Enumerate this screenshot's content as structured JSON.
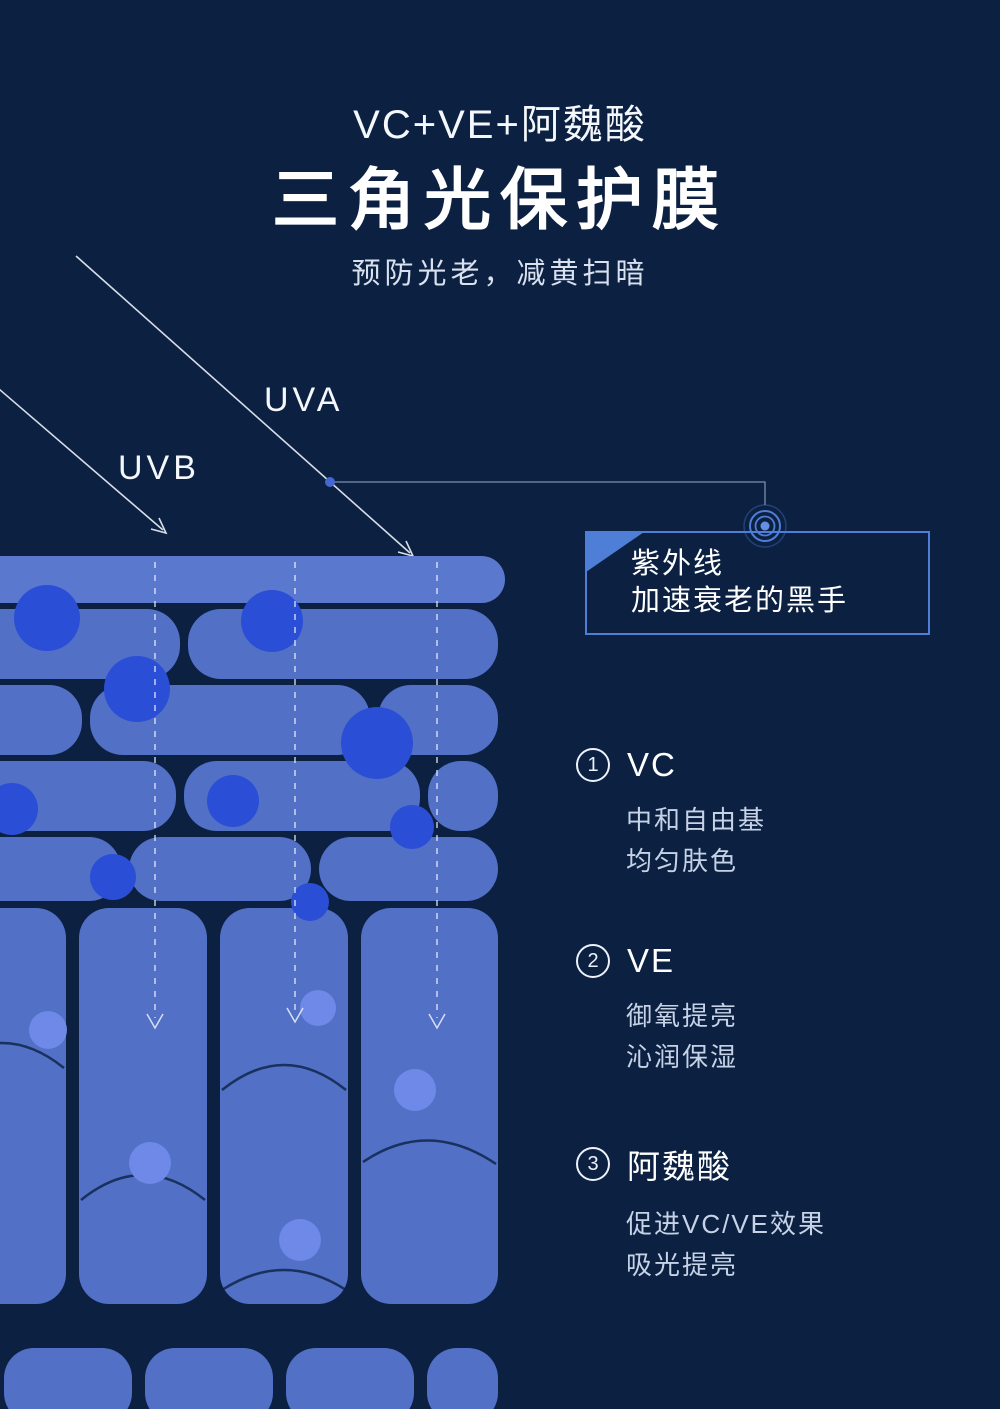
{
  "header": {
    "kicker": "VC+VE+阿魏酸",
    "title": "三角光保护膜",
    "subtitle": "预防光老，减黄扫暗"
  },
  "rays": {
    "uva": "UVA",
    "uvb": "UVB"
  },
  "callout": {
    "line1": "紫外线",
    "line2": "加速衰老的黑手"
  },
  "ingredients": [
    {
      "num": "1",
      "name": "VC",
      "desc1": "中和自由基",
      "desc2": "均匀肤色"
    },
    {
      "num": "2",
      "name": "VE",
      "desc1": "御氧提亮",
      "desc2": "沁润保湿"
    },
    {
      "num": "3",
      "name": "阿魏酸",
      "desc1": "促进VC/VE效果",
      "desc2": "吸光提亮"
    }
  ],
  "icons": {
    "uva_arrow": "diagonal-ray-arrow",
    "uvb_arrow": "diagonal-ray-arrow",
    "penetration_arrows": "dashed-down-arrow",
    "target": "target-ripple-icon"
  },
  "colors": {
    "bg": "#0c2142",
    "cell": "#5170c6",
    "cellTop": "#5b78cf",
    "radical": "#2b4ed6",
    "bubble": "#6e89e8",
    "outline": "#4e7ed6"
  }
}
